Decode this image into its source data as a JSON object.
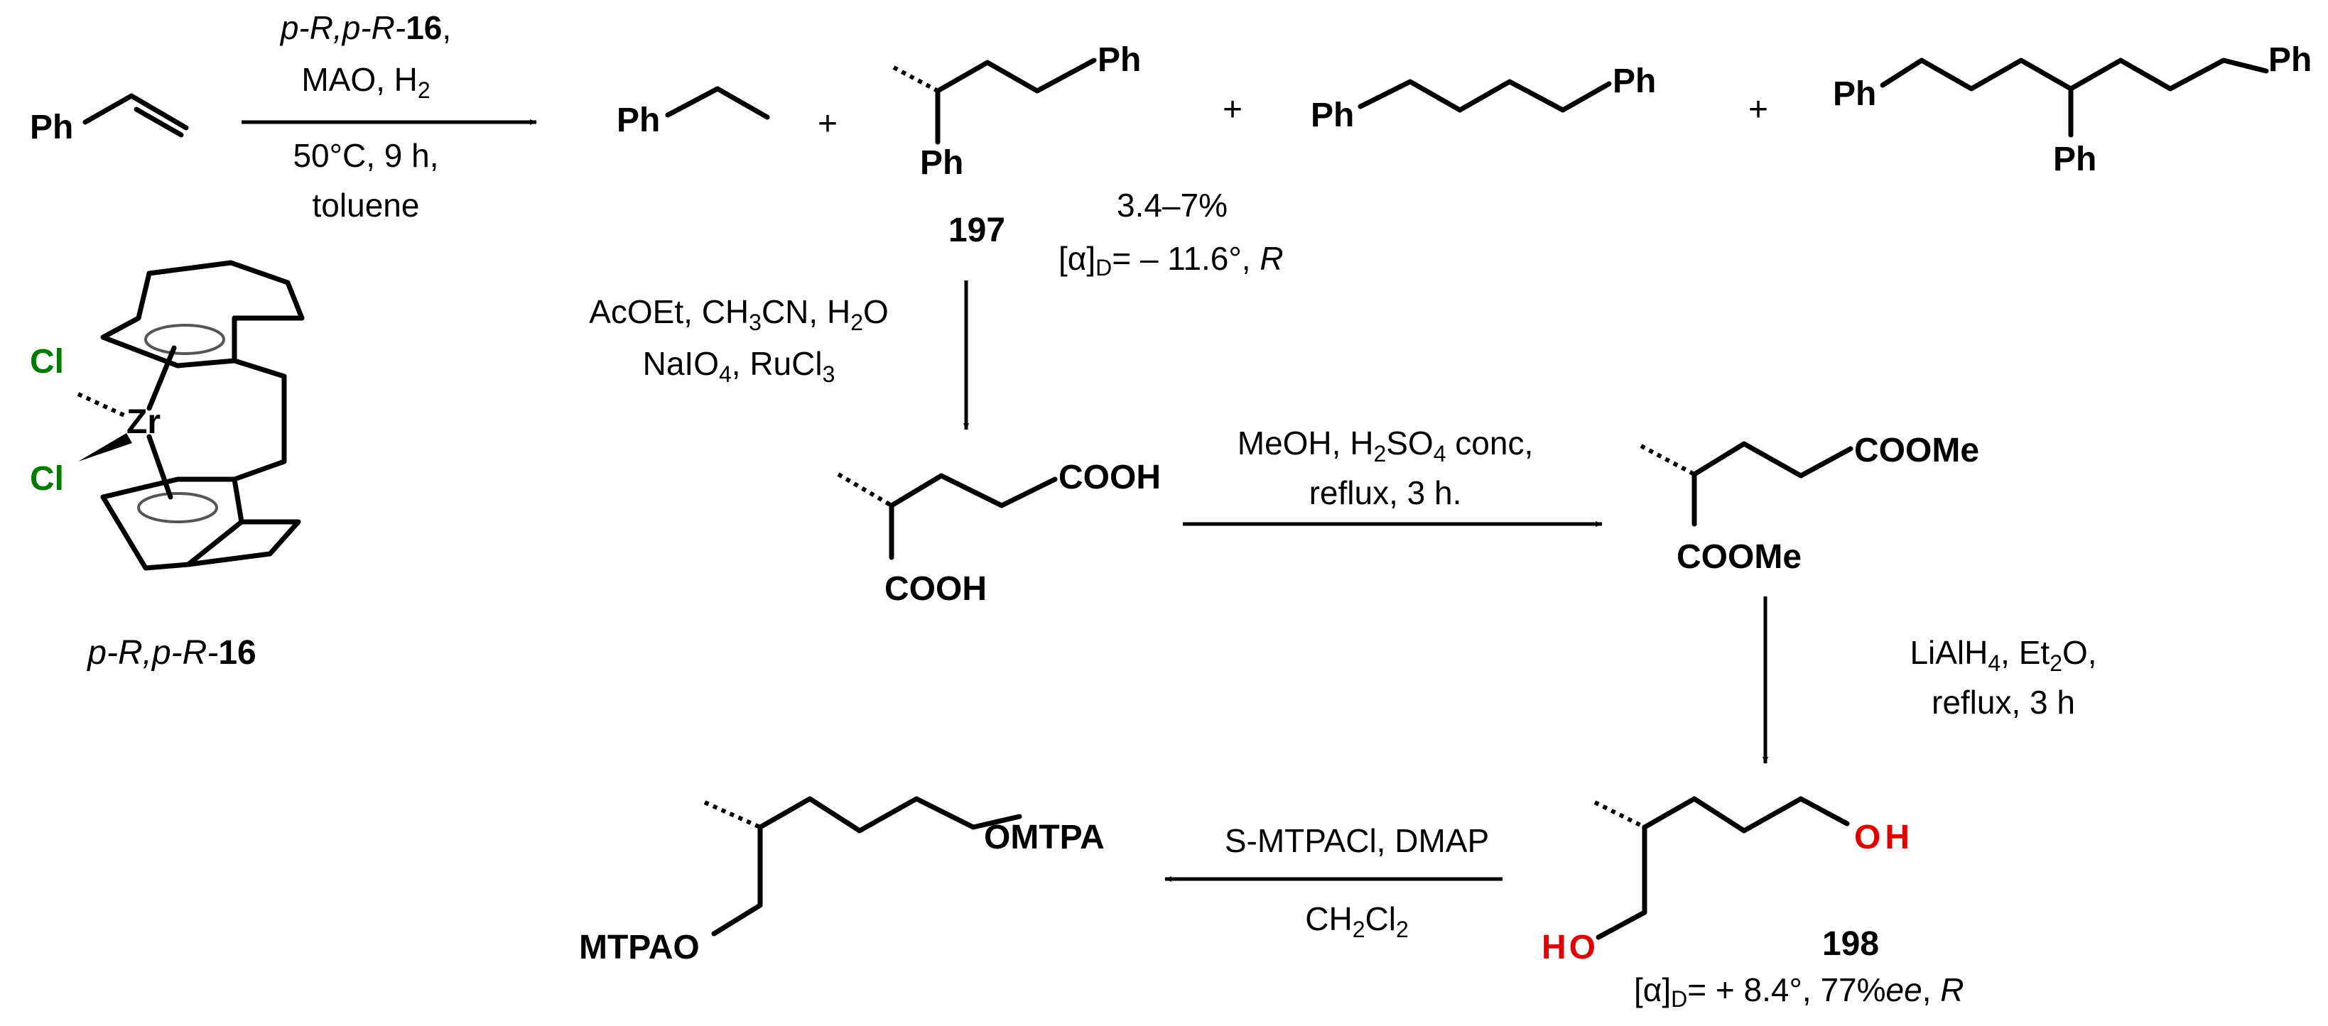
{
  "colors": {
    "chlorine": "#007a00",
    "hydroxyl": "#e00000",
    "ink": "#000000"
  },
  "labels": {
    "ph": "Ph",
    "plus": "+",
    "cl": "Cl",
    "zr": "Zr",
    "me": "Me",
    "cooh": "COOH",
    "coome": "COOMe",
    "o": "O",
    "h": "H",
    "omtpa": "OMTPA",
    "mtpao": "MTPAO"
  },
  "catalyst": {
    "prefix": "p-R,p-R-",
    "number": "16"
  },
  "step1": {
    "line1_prefix": "p-R,p-R-",
    "line1_number": "16",
    "line1_suffix": ",",
    "line2": "MAO, H",
    "line2_sub": "2",
    "line3": "50°C, 9 h,",
    "line4": "toluene"
  },
  "compound197": {
    "number": "197"
  },
  "product4": {
    "yield": "3.4–7%",
    "rotation_prefix": "[α]",
    "rotation_sub": "D",
    "rotation_value": "= – 11.6°, ",
    "rotation_config": "R"
  },
  "step2": {
    "a1": "AcOEt, CH",
    "a1_sub": "3",
    "a2": "CN, H",
    "a2_sub": "2",
    "a3": "O",
    "b1": "NaIO",
    "b1_sub": "4",
    "b2": ", RuCl",
    "b2_sub": "3"
  },
  "step3": {
    "a1": "MeOH, H",
    "a1_sub": "2",
    "a2": "SO",
    "a2_sub": "4",
    "a3": " conc,",
    "b": "reflux, 3 h."
  },
  "step4": {
    "a1": "LiAlH",
    "a1_sub": "4",
    "a2": ", Et",
    "a2_sub": "2",
    "a3": "O,",
    "b": "reflux, 3 h"
  },
  "step5": {
    "a": "S-MTPACl, DMAP",
    "b1": "CH",
    "b1_sub": "2",
    "b2": "Cl",
    "b2_sub": "2"
  },
  "compound198": {
    "number": "198",
    "rotation_prefix": "[α]",
    "rotation_sub": "D",
    "rotation_value": "= + 8.4°, 77%",
    "ee": "ee",
    "rotation_sep": ", ",
    "rotation_config": "R"
  }
}
